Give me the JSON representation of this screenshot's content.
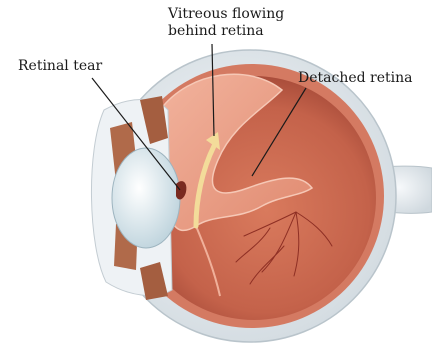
{
  "labels": {
    "vitreous_line1": "Vitreous flowing",
    "vitreous_line2": "behind retina",
    "retinal_tear": "Retinal tear",
    "detached_retina": "Detached retina"
  },
  "colors": {
    "sclera": "#e9eef2",
    "choroid": "#d9826a",
    "interior": "#c8694f",
    "detached_flap": "#e99a82",
    "lens": "#cfe0e8",
    "iris": "#a8664a",
    "arrow": "#f3dc9a"
  }
}
